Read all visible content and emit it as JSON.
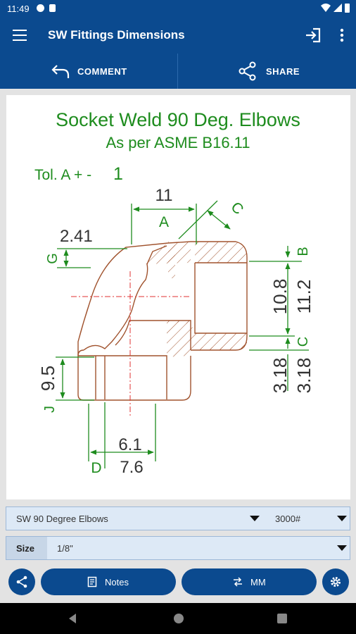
{
  "status_bar": {
    "time": "11:49"
  },
  "app_bar": {
    "title": "SW Fittings Dimensions"
  },
  "actions": {
    "comment_label": "COMMENT",
    "share_label": "SHARE"
  },
  "drawing": {
    "title": "Socket Weld 90 Deg. Elbows",
    "subtitle": "As per ASME B16.11",
    "tolerance_prefix": "Tol. A + -",
    "tolerance_value": "1",
    "dim_A_value": "11",
    "dim_A_label": "A",
    "dim_C_label": "C",
    "dim_G_value": "2.41",
    "dim_G_label": "G",
    "dim_B_label": "B",
    "dim_B_value_inner": "10.8",
    "dim_B_value_outer": "11.2",
    "dim_C_side_label": "C",
    "dim_C_value_inner": "3.18",
    "dim_C_value_outer": "3.18",
    "dim_J_value": "9.5",
    "dim_J_label": "J",
    "dim_D_value_inner": "6.1",
    "dim_D_label": "D",
    "dim_D_value_outer": "7.6"
  },
  "fitting_selector": {
    "selected": "SW 90 Degree Elbows",
    "class_selected": "3000#"
  },
  "size_selector": {
    "label": "Size",
    "selected": "1/8\""
  },
  "bottom_actions": {
    "notes_label": "Notes",
    "units_label": "MM"
  },
  "colors": {
    "primary": "#0b4a8f",
    "drawing_green": "#1e8c1e",
    "drawing_brown": "#a0522d",
    "centerline_red": "#e03030"
  }
}
